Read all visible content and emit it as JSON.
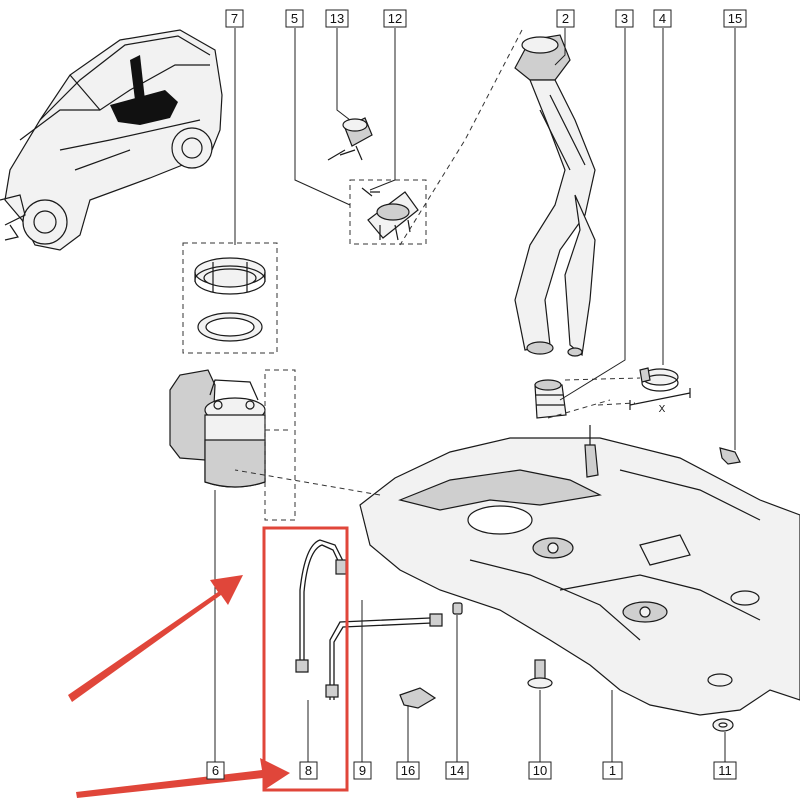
{
  "callouts": [
    {
      "id": "1",
      "label": "1"
    },
    {
      "id": "2",
      "label": "2"
    },
    {
      "id": "3",
      "label": "3"
    },
    {
      "id": "4",
      "label": "4"
    },
    {
      "id": "5",
      "label": "5"
    },
    {
      "id": "6",
      "label": "6"
    },
    {
      "id": "7",
      "label": "7"
    },
    {
      "id": "8",
      "label": "8"
    },
    {
      "id": "9",
      "label": "9"
    },
    {
      "id": "10",
      "label": "10"
    },
    {
      "id": "11",
      "label": "11"
    },
    {
      "id": "12",
      "label": "12"
    },
    {
      "id": "13",
      "label": "13"
    },
    {
      "id": "14",
      "label": "14"
    },
    {
      "id": "15",
      "label": "15"
    },
    {
      "id": "16",
      "label": "16"
    }
  ],
  "dimension_label": "X",
  "colors": {
    "highlight": "#e0463a",
    "line": "#1a1a1a",
    "part_fill": "#f2f2f2",
    "part_shade": "#cfcfcf"
  }
}
